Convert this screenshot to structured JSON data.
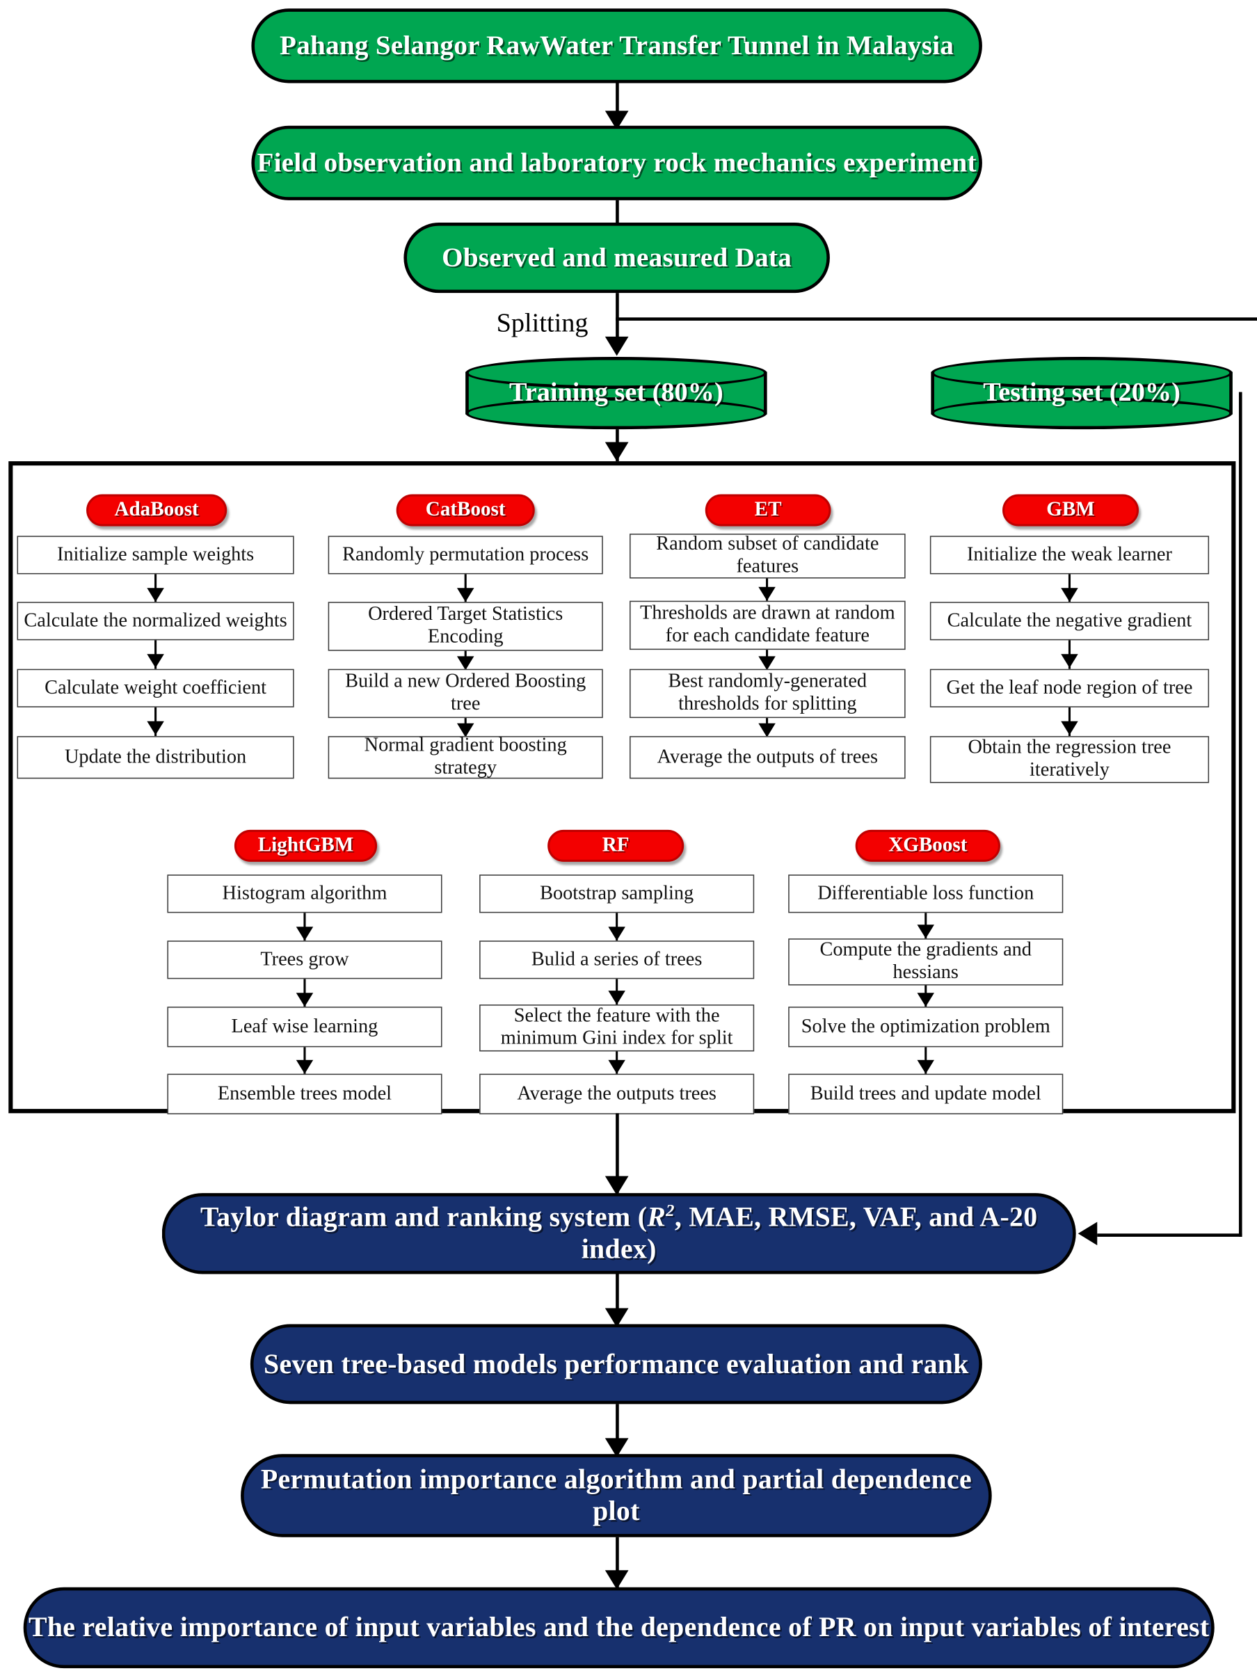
{
  "flow": {
    "top_nodes": [
      {
        "id": "source",
        "label": "Pahang Selangor RawWater Transfer Tunnel in Malaysia"
      },
      {
        "id": "method",
        "label": "Field observation and laboratory rock mechanics experiment"
      },
      {
        "id": "data",
        "label": "Observed and measured Data"
      }
    ],
    "split_label": "Splitting",
    "datasets": [
      {
        "id": "train",
        "label": "Training set (80%)"
      },
      {
        "id": "test",
        "label": "Testing set (20%)"
      }
    ],
    "bottom_nodes": [
      {
        "id": "taylor",
        "label_pre": "Taylor diagram and ranking system (",
        "label_r": "R",
        "label_sup": "2",
        "label_post": ", MAE, RMSE, VAF, and A-20 index)"
      },
      {
        "id": "evaluation",
        "label": "Seven tree-based models performance evaluation and rank"
      },
      {
        "id": "importance",
        "label": "Permutation importance algorithm and partial dependence plot"
      },
      {
        "id": "conclusion",
        "label": "The relative importance of input variables and the dependence of PR on input variables of interest"
      }
    ]
  },
  "algorithms": {
    "row1": [
      {
        "name": "AdaBoost",
        "steps": [
          "Initialize  sample weights",
          "Calculate the normalized weights",
          "Calculate weight coefficient",
          "Update the distribution"
        ]
      },
      {
        "name": "CatBoost",
        "steps": [
          "Randomly permutation process",
          "Ordered Target Statistics Encoding",
          "Build a new Ordered Boosting tree",
          "Normal gradient boosting strategy"
        ]
      },
      {
        "name": "ET",
        "steps": [
          "Random subset of candidate features",
          "Thresholds are drawn at random for each candidate feature",
          "Best randomly-generated thresholds for splitting",
          "Average the outputs of trees"
        ]
      },
      {
        "name": "GBM",
        "steps": [
          "Initialize the weak learner",
          "Calculate the negative gradient",
          "Get the leaf node region of  tree",
          "Obtain the regression tree iteratively"
        ]
      }
    ],
    "row2": [
      {
        "name": "LightGBM",
        "steps": [
          "Histogram algorithm",
          "Trees grow",
          "Leaf wise learning",
          "Ensemble trees model"
        ]
      },
      {
        "name": "RF",
        "steps": [
          "Bootstrap sampling",
          "Bulid a series of  trees",
          "Select the feature with the minimum Gini index  for split",
          "Average the outputs trees"
        ]
      },
      {
        "name": "XGBoost",
        "steps": [
          "Differentiable loss function",
          "Compute the gradients  and hessians",
          "Solve the optimization problem",
          "Build trees and update model"
        ]
      }
    ]
  },
  "colors": {
    "green": "#00a651",
    "navy": "#17306e",
    "red": "#f30000",
    "stroke": "#000000"
  }
}
